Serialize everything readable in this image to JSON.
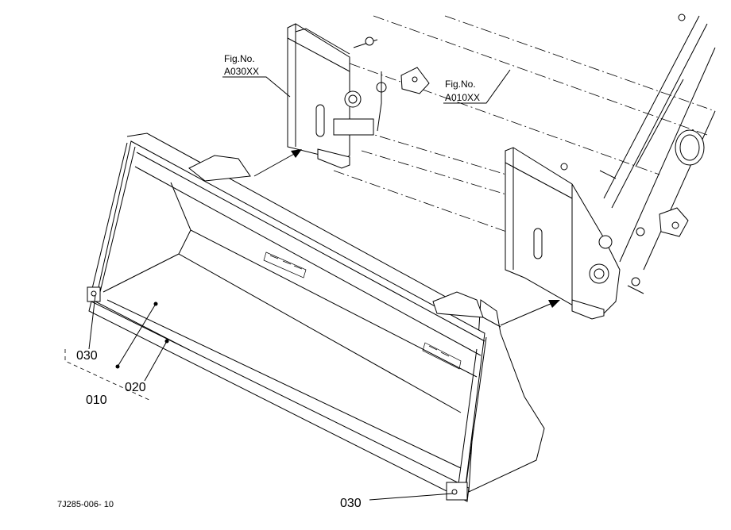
{
  "figure_refs": [
    {
      "line1": "Fig.No.",
      "line2": "A030XX"
    },
    {
      "line1": "Fig.No.",
      "line2": "A010XX"
    }
  ],
  "callouts": {
    "p030_top": "030",
    "p020": "020",
    "p010": "010",
    "p030_bottom": "030"
  },
  "drawing_code": "7J285-006- 10"
}
